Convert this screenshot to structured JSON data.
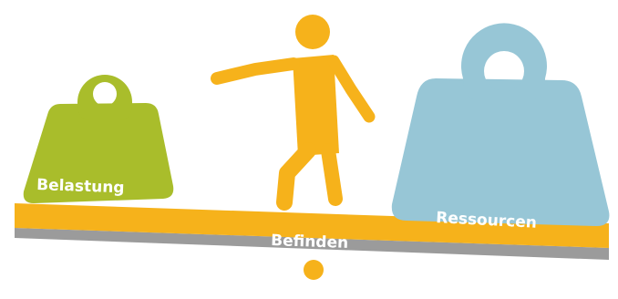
{
  "labels": {
    "load": "Belastung",
    "wellbeing": "Befinden",
    "resources": "Ressourcen"
  },
  "colors": {
    "load_weight": "#a9bd2b",
    "resource_weight": "#97c6d6",
    "person": "#f6b21b",
    "beam": "#f6b21b",
    "beam_shadow": "#9b9b9b",
    "label_text": "#ffffff"
  },
  "icons": {
    "left_weight": "weight-icon",
    "right_weight": "weight-icon",
    "figure": "person-icon",
    "pivot": "fulcrum-dot-icon"
  }
}
